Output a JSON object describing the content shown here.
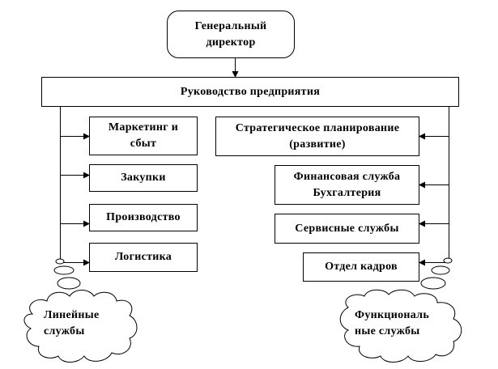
{
  "diagram": {
    "director": "Генеральный\nдиректор",
    "management": "Руководство предприятия",
    "line_services": [
      "Маркетинг и\nсбыт",
      "Закупки",
      "Производство",
      "Логистика"
    ],
    "functional_services": [
      "Стратегическое планирование\n(развитие)",
      "Финансовая служба\nБухгалтерия",
      "Сервисные службы",
      "Отдел кадров"
    ],
    "cloud_left": "Линейные\nслужбы",
    "cloud_right": "Функциональ\nные службы"
  },
  "colors": {
    "stroke": "#000000",
    "background": "#ffffff"
  }
}
